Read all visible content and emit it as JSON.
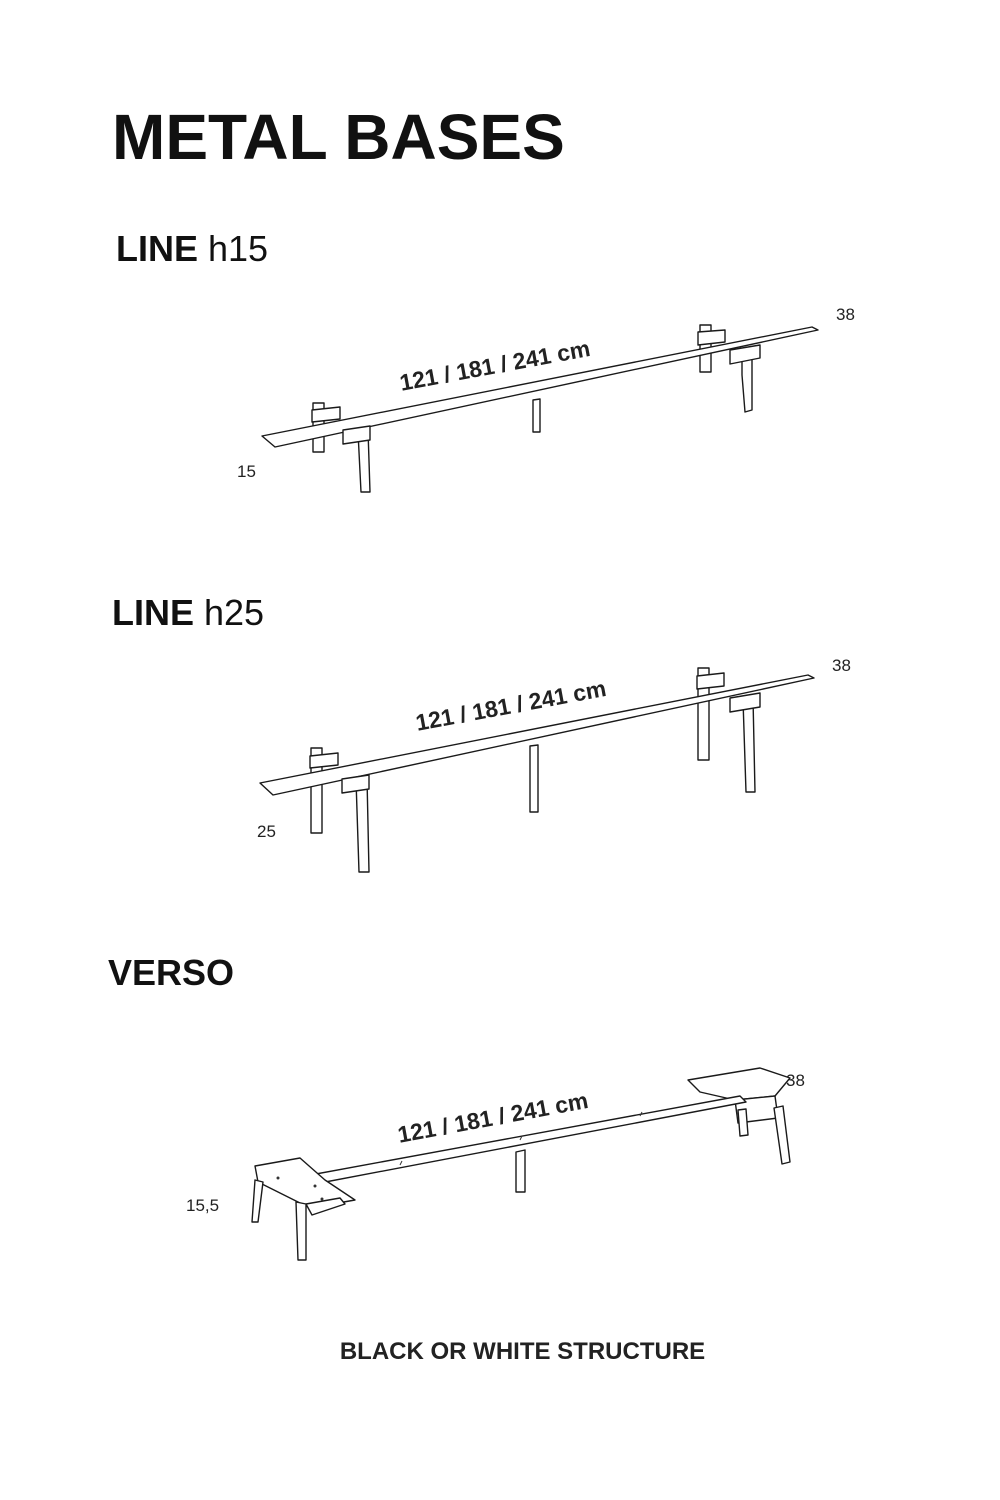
{
  "title": "METAL BASES",
  "sections": [
    {
      "name_bold": "LINE",
      "name_rest": " h15",
      "length": "121 / 181 / 241 cm",
      "depth": "38",
      "height": "15"
    },
    {
      "name_bold": "LINE",
      "name_rest": " h25",
      "length": "121 / 181 / 241 cm",
      "depth": "38",
      "height": "25"
    },
    {
      "name_bold": "VERSO",
      "name_rest": "",
      "length": "121 / 181 / 241 cm",
      "depth": "38",
      "height": "15,5"
    }
  ],
  "footer": "BLACK OR WHITE STRUCTURE"
}
